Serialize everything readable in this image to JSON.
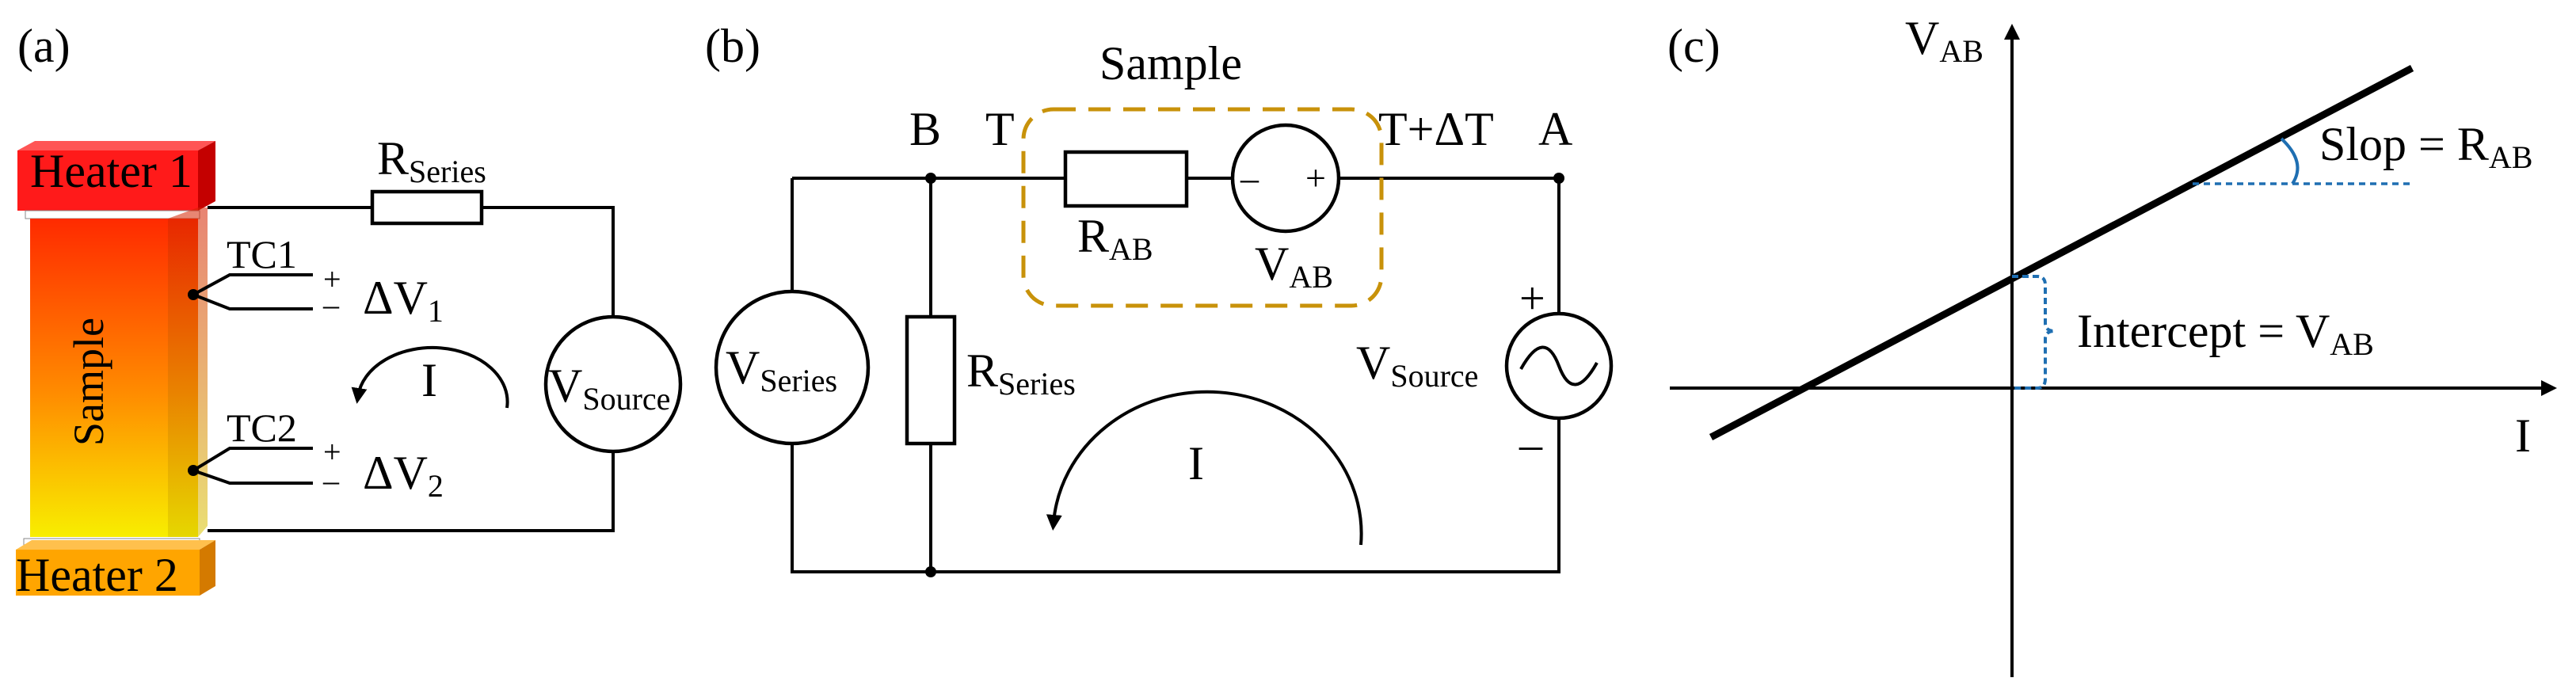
{
  "colors": {
    "heater1": "#ff1a1a",
    "heater2": "#ffa500",
    "sample_box": "#c8920a",
    "dotted": "#1f6fb2",
    "grad_top": "#ff2a00",
    "grad_bottom": "#ffef00"
  },
  "panel_a": {
    "label": "(a)",
    "heater1": "Heater 1",
    "heater2": "Heater 2",
    "sample": "Sample",
    "r_series": {
      "main": "R",
      "sub": "Series"
    },
    "tc1": "TC1",
    "tc2": "TC2",
    "plus": "+",
    "minus": "–",
    "dv1": {
      "main": "ΔV",
      "sub": "1"
    },
    "dv2": {
      "main": "ΔV",
      "sub": "2"
    },
    "current": "I",
    "v_source": {
      "main": "V",
      "sub": "Source"
    }
  },
  "panel_b": {
    "label": "(b)",
    "sample": "Sample",
    "node_b": "B",
    "node_t": "T",
    "node_tdt": "T+ΔT",
    "node_a": "A",
    "r_ab": {
      "main": "R",
      "sub": "AB"
    },
    "v_ab": {
      "main": "V",
      "sub": "AB"
    },
    "v_series": {
      "main": "V",
      "sub": "Series"
    },
    "r_series": {
      "main": "R",
      "sub": "Series"
    },
    "v_source": {
      "main": "V",
      "sub": "Source"
    },
    "current": "I",
    "minus": "–",
    "plus": "+",
    "source_plus": "+",
    "source_minus": "–"
  },
  "panel_c": {
    "label": "(c)",
    "y_axis": {
      "main": "V",
      "sub": "AB"
    },
    "x_axis": "I",
    "slope": {
      "main": "Slop = R",
      "sub": "AB"
    },
    "intercept": {
      "main": "Intercept = V",
      "sub": "AB"
    }
  }
}
